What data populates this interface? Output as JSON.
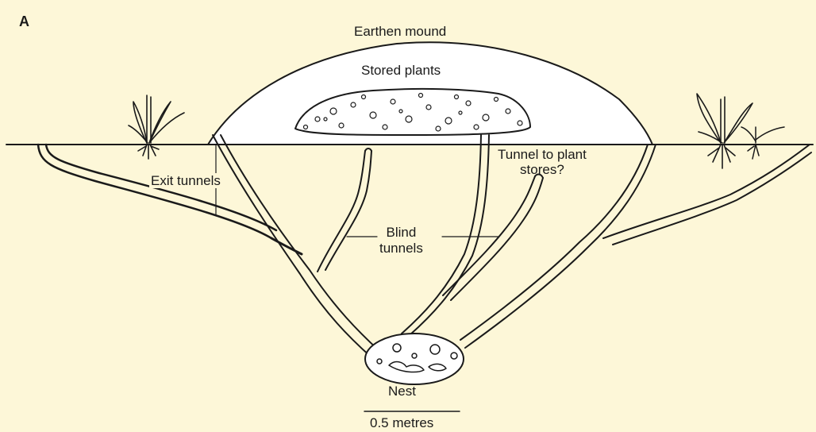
{
  "panel_label": "A",
  "labels": {
    "earthen_mound": "Earthen mound",
    "stored_plants": "Stored plants",
    "exit_tunnels": "Exit tunnels",
    "blind_tunnels_line1": "Blind",
    "blind_tunnels_line2": "tunnels",
    "tunnel_to_plant_stores_line1": "Tunnel to plant",
    "tunnel_to_plant_stores_line2": "stores?",
    "nest": "Nest"
  },
  "scale_bar": {
    "label": "0.5 metres"
  },
  "colors": {
    "background": "#fdf7d8",
    "line": "#1a1a1a",
    "fill": "#ffffff"
  }
}
